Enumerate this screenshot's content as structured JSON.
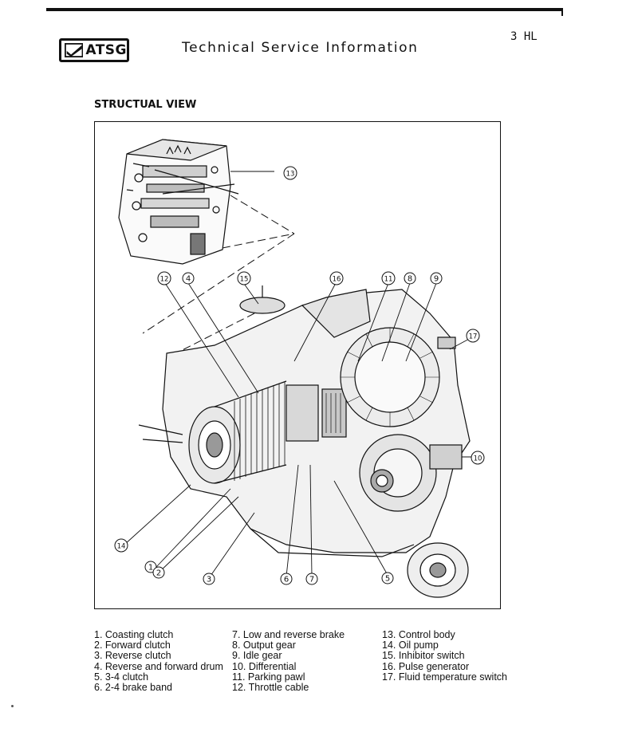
{
  "header": {
    "logo_text": "ATSG",
    "title": "Technical Service Information",
    "page_code": "3 HL"
  },
  "section": {
    "heading": "STRUCTUAL VIEW"
  },
  "figure": {
    "callouts": [
      "①",
      "②",
      "③",
      "④",
      "⑤",
      "⑥",
      "⑦",
      "⑧",
      "⑨",
      "⑩",
      "⑪",
      "⑫",
      "⑬",
      "⑭",
      "⑮",
      "⑯",
      "⑰"
    ]
  },
  "legend": {
    "column1": [
      "1. Coasting clutch",
      "2. Forward clutch",
      "3. Reverse clutch",
      "4. Reverse and forward drum",
      "5. 3-4 clutch",
      "6. 2-4 brake band"
    ],
    "column2": [
      "7. Low and reverse brake",
      "8. Output gear",
      "9. Idle gear",
      "10. Differential",
      "11. Parking pawl",
      "12. Throttle cable"
    ],
    "column3": [
      "13. Control body",
      "14. Oil pump",
      "15. Inhibitor switch",
      "16. Pulse generator",
      "17. Fluid temperature switch"
    ]
  }
}
